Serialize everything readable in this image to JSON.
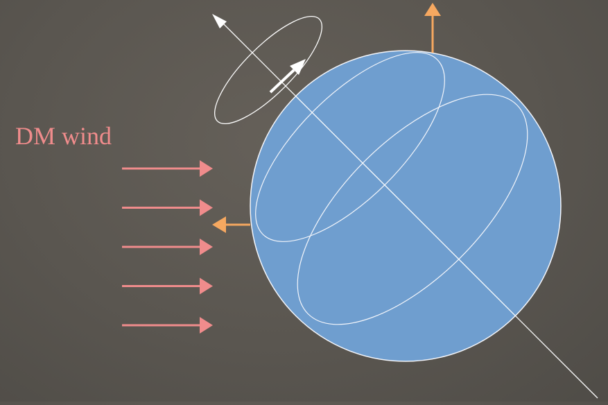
{
  "labels": {
    "wind": "DM wind"
  },
  "colors": {
    "background": "#5a5650",
    "sphere_fill": "#6f9ecf",
    "sphere_outline": "#f4f6fb",
    "wind_arrow": "#f08c8c",
    "wind_text": "#f08c8c",
    "force_arrow": "#f6a860",
    "rotation": "#ffffff"
  },
  "diagram": {
    "wind_arrow_count": 5,
    "has_spin_axis": true,
    "has_rotation_indicator": true,
    "force_arrows": [
      "up",
      "left"
    ]
  }
}
